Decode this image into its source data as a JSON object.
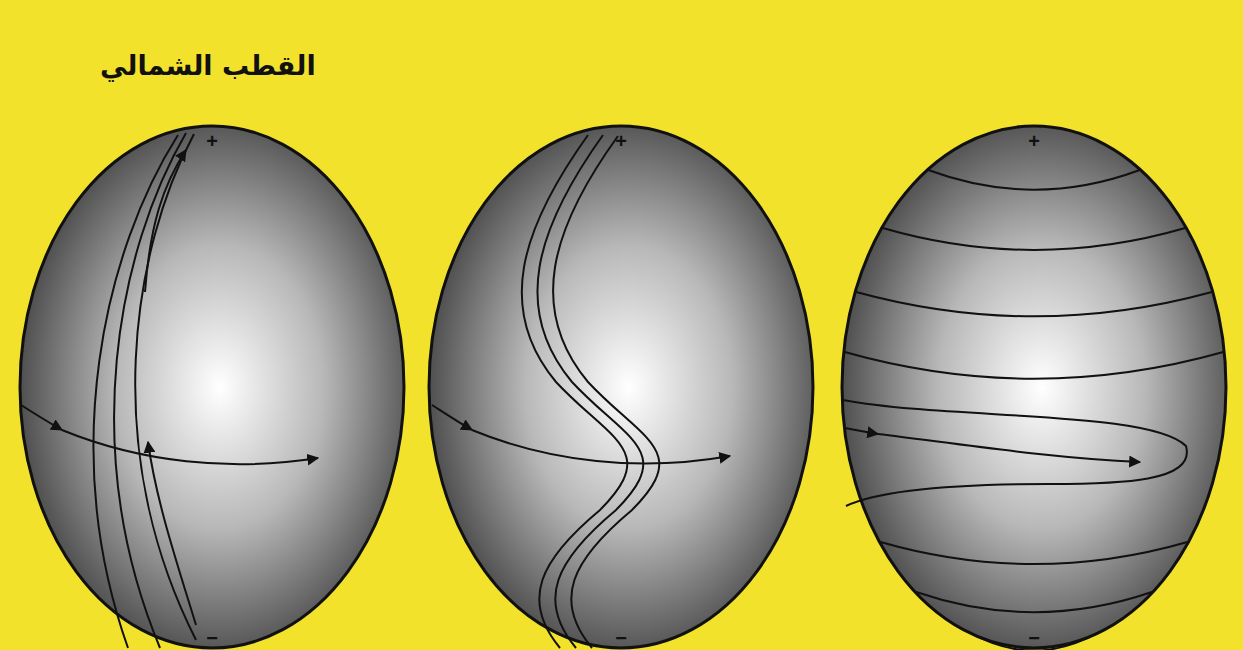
{
  "diagram": {
    "title": "القطب الشمالي",
    "nodes": [
      {
        "text": [
          "+",
          "−"
        ]
      },
      {
        "text": [
          "+",
          "−"
        ]
      },
      {
        "text": [
          "+",
          "−"
        ]
      }
    ]
  }
}
